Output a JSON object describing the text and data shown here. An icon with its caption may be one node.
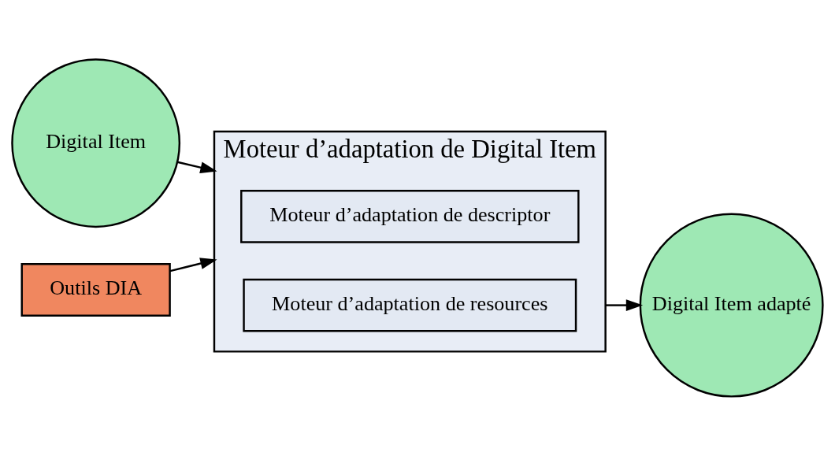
{
  "diagram": {
    "nodes": [
      {
        "text": [
          "Digital Item"
        ]
      },
      {
        "text": [
          "Moteur d’adaptation de Digital Item"
        ]
      },
      {
        "text": [
          "Moteur d’adaptation de descriptor"
        ],
        "in": 1
      },
      {
        "text": [
          "Moteur d’adaptation de resources"
        ],
        "in": 1
      },
      {
        "text": [
          "Digital Item adapté"
        ]
      },
      {
        "text": [
          "Outils DIA"
        ]
      }
    ],
    "edges": [
      {
        "from": 0,
        "to": 1,
        "arrow": "to"
      },
      {
        "from": 1,
        "to": 4,
        "arrow": "to"
      },
      {
        "from": 5,
        "to": 1,
        "arrow": "to"
      }
    ]
  }
}
